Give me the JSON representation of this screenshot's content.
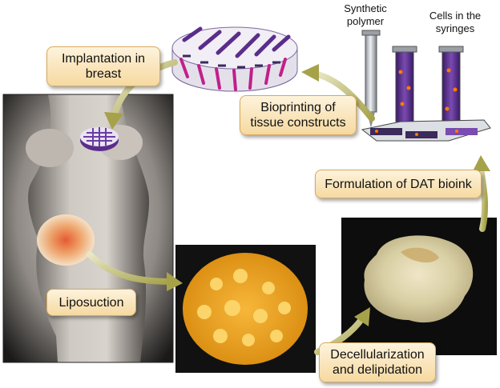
{
  "labels": {
    "implantation": [
      "Implantation in",
      "breast"
    ],
    "bioprinting": [
      "Bioprinting of",
      "tissue constructs"
    ],
    "formulation": "Formulation of DAT bioink",
    "liposuction": "Liposuction",
    "decellularization": [
      "Decellularization",
      "and delipidation"
    ]
  },
  "syringe_labels": {
    "synthetic": [
      "Synthetic",
      "polymer"
    ],
    "cells": [
      "Cells in the",
      "syringes"
    ]
  },
  "colors": {
    "label_fill": "#f6d9a0",
    "label_border": "#d9a95b",
    "arrow": "#c9c46a",
    "ink": "#5a2d8a",
    "tissue": "#f0a61c"
  }
}
